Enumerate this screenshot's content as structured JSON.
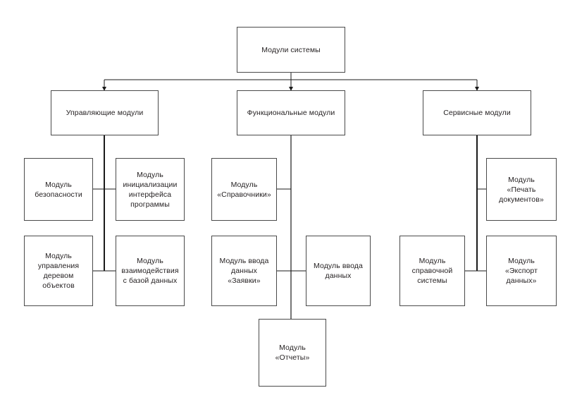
{
  "diagram": {
    "title_root": "Модули системы",
    "groups": {
      "control": "Управляющие модули",
      "functional": "Функциональные модули",
      "service": "Сервисные модули"
    },
    "control_modules": [
      "Модуль\nбезопасности",
      "Модуль\nинициализации\nинтерфейса\nпрограммы",
      "Модуль\nуправления\nдеревом\nобъектов",
      "Модуль\nвзаимодействия\nс базой данных"
    ],
    "functional_modules": [
      "Модуль\n«Справочники»",
      "Модуль ввода\nданных\n«Заявки»",
      "Модуль ввода\nданных",
      "Модуль\n«Отчеты»"
    ],
    "service_modules": [
      "Модуль\n«Печать\nдокументов»",
      "Модуль\nсправочной\nсистемы",
      "Модуль\n«Экспорт\nданных»"
    ],
    "colors": {
      "box_border": "#4a4a4a",
      "text": "#231f20",
      "connector": "#1a1a1a",
      "background": "#ffffff"
    }
  }
}
